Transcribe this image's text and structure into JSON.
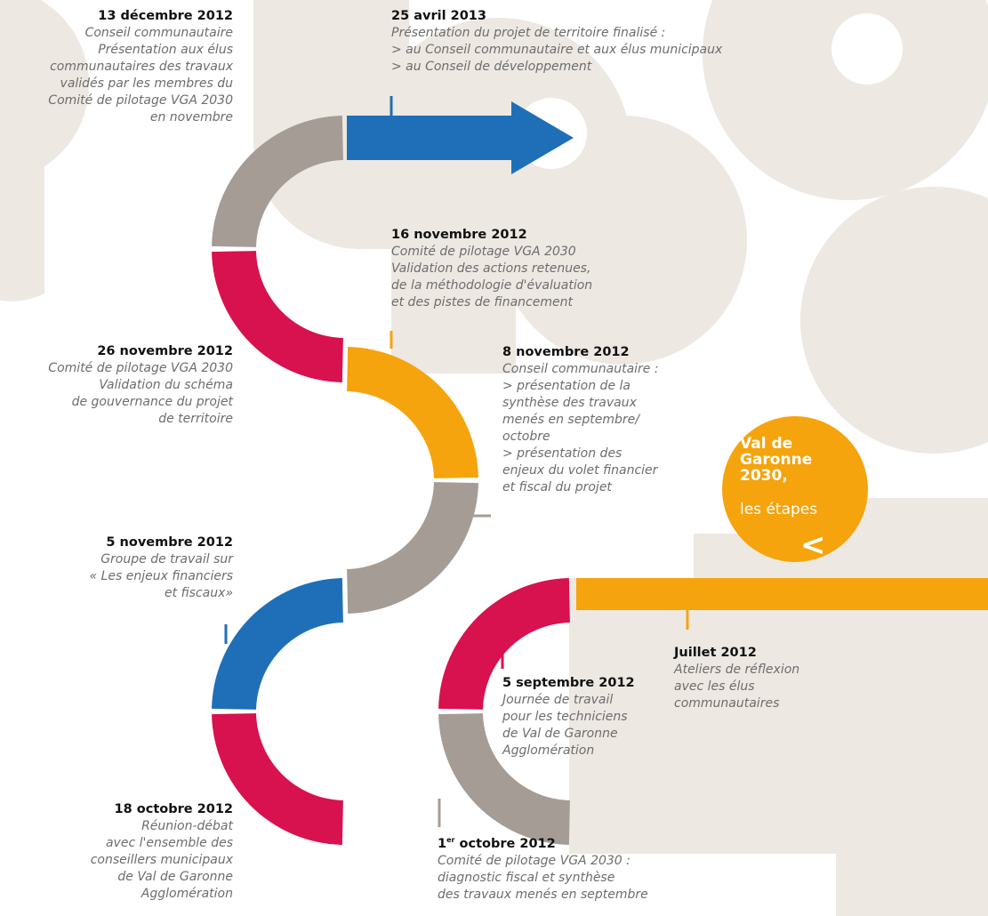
{
  "colors": {
    "blue": "#1f6fb8",
    "red": "#d8114f",
    "gold": "#f5a40d",
    "grey": "#a59c96",
    "bg": "#ede8e2",
    "text": "#6d6d6d"
  },
  "badge": {
    "title": "Val de\nGaronne\n2030,",
    "subtitle": "les étapes",
    "arrow": "<",
    "arrow_icon": "chevron-left-icon"
  },
  "events": [
    {
      "date": "13 décembre 2012",
      "lines": [
        "Conseil communautaire",
        "Présentation aux élus",
        "communautaires des travaux",
        "validés par les membres du",
        "Comité de pilotage VGA 2030",
        "en novembre"
      ]
    },
    {
      "date": "25 avril 2013",
      "lines": [
        "Présentation du projet de territoire finalisé :",
        "> au Conseil communautaire et aux élus municipaux",
        "> au Conseil de développement"
      ]
    },
    {
      "date": "16 novembre 2012",
      "lines": [
        "Comité de pilotage VGA 2030",
        "Validation des actions retenues,",
        "de la méthodologie d'évaluation",
        "et des pistes de financement"
      ]
    },
    {
      "date": "26 novembre 2012",
      "lines": [
        "Comité de pilotage VGA 2030",
        "Validation du schéma",
        "de gouvernance du projet",
        "de territoire"
      ]
    },
    {
      "date": "8 novembre 2012",
      "lines": [
        "Conseil communautaire :",
        "> présentation de la",
        "synthèse des travaux",
        "menés en septembre/",
        "octobre",
        "> présentation des",
        "enjeux du volet financier",
        "et fiscal du projet"
      ]
    },
    {
      "date": "5 novembre 2012",
      "lines": [
        "Groupe de travail sur",
        "« Les enjeux financiers",
        "et fiscaux»"
      ]
    },
    {
      "date": "Juillet 2012",
      "lines": [
        "Ateliers de réflexion",
        "avec les élus",
        "communautaires"
      ]
    },
    {
      "date": "5 septembre 2012",
      "lines": [
        "Journée de travail",
        "pour les techniciens",
        "de Val de Garonne",
        "Agglomération"
      ]
    },
    {
      "date": "18 octobre 2012",
      "lines": [
        "Réunion-débat",
        "avec l'ensemble des",
        "conseillers municipaux",
        "de Val de Garonne",
        "Agglomération"
      ]
    },
    {
      "date_num": "1",
      "date_sup": "er",
      "date_rest": " octobre 2012",
      "lines": [
        "Comité de pilotage VGA 2030 :",
        "diagnostic fiscal et synthèse",
        "des travaux menés en septembre"
      ]
    }
  ]
}
